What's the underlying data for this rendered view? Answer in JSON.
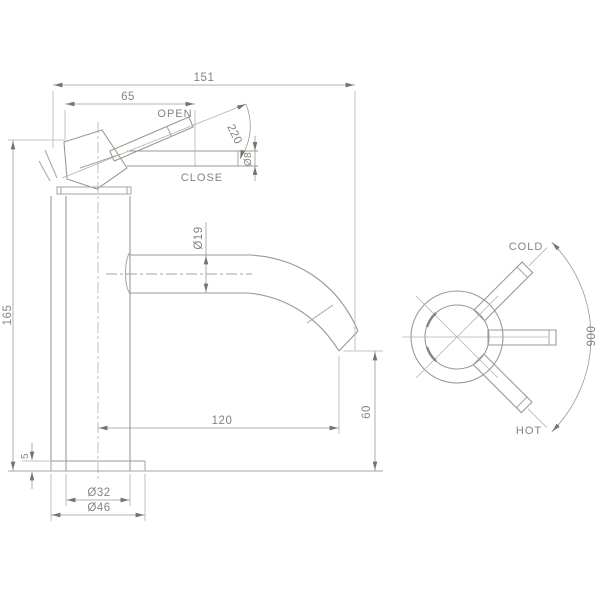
{
  "drawing": {
    "type": "technical-drawing",
    "subject": "single-lever basin mixer tap - side elevation and handle plan view",
    "colors": {
      "background": "#ffffff",
      "line": "#a5a59e",
      "text": "#84847e",
      "arrow": "#75756d"
    },
    "labels": {
      "open": "OPEN",
      "close": "CLOSE",
      "cold": "COLD",
      "hot": "HOT"
    },
    "dimensions": {
      "spout_reach": "151",
      "handle_length": "65",
      "handle_angle": "220",
      "handle_dia": "Ø8",
      "spout_dia": "Ø19",
      "body_height": "165",
      "spout_projection": "120",
      "outlet_height": "60",
      "base_thickness": "5",
      "body_dia": "Ø32",
      "base_dia": "Ø46",
      "handle_swing": "900"
    }
  }
}
